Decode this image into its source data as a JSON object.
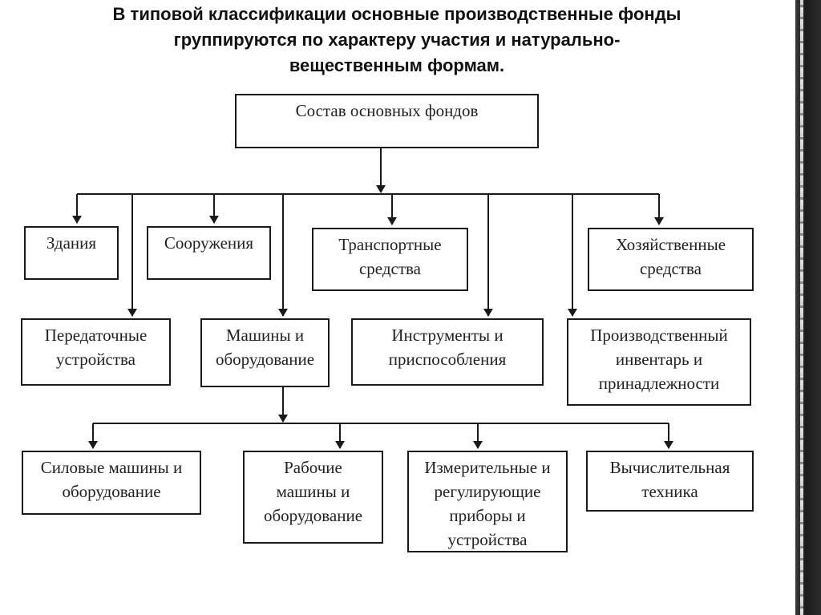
{
  "title": {
    "line1": "В типовой классификации основные производственные фонды",
    "line2": "группируются по характеру участия и натурально-",
    "line3": "вещественным формам."
  },
  "root": "Состав основных фондов",
  "level1": {
    "buildings": "Здания",
    "structures": "Сооружения",
    "transport": "Транспортные\nсредства",
    "household": "Хозяйственные\nсредства",
    "transmission": "Передаточные\nустройства",
    "machines": "Машины и\nоборудование",
    "tools": "Инструменты и\nприспособления",
    "inventory": "Производственный\nинвентарь и\nпринадлежности"
  },
  "level2": {
    "power": "Силовые машины и\nоборудование",
    "working": "Рабочие\nмашины и\nоборудование",
    "measuring": "Измерительные и\nрегулирующие\nприборы и\nустройства",
    "computing": "Вычислительная\nтехника"
  }
}
